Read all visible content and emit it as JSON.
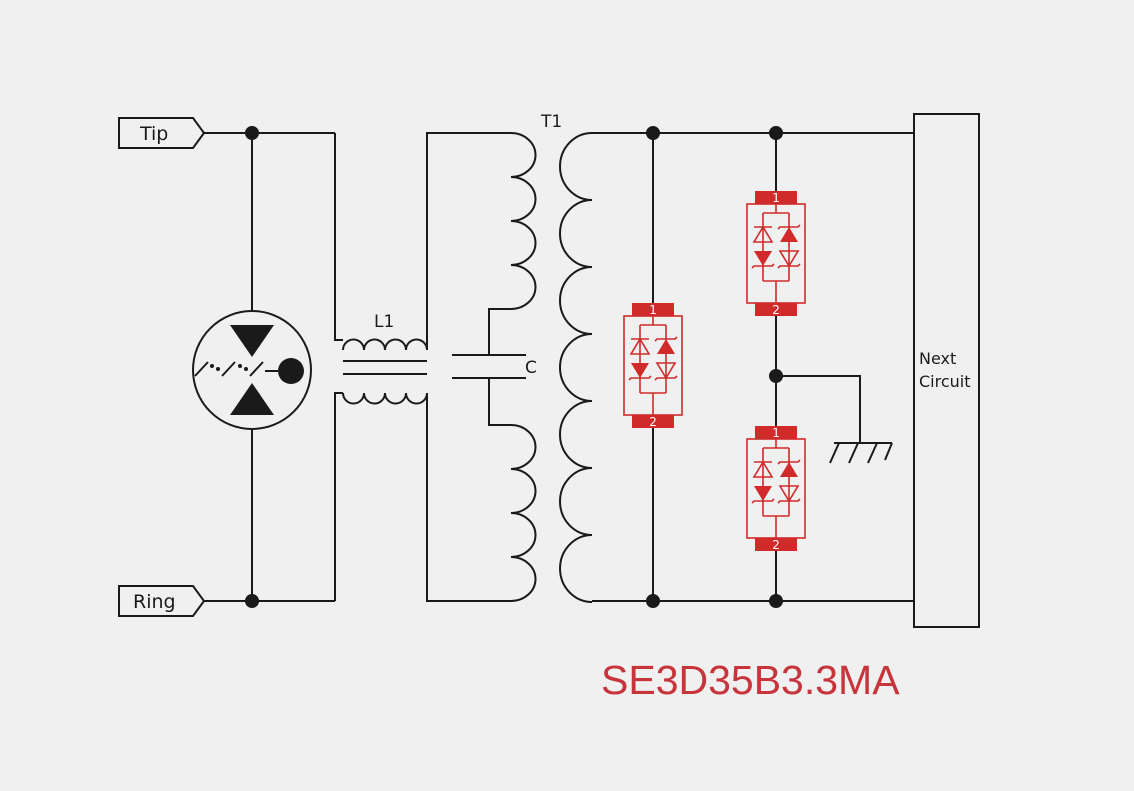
{
  "labels": {
    "tip": "Tip",
    "ring": "Ring",
    "inductor": "L1",
    "transformer": "T1",
    "capacitor": "C",
    "next_circuit_line1": "Next",
    "next_circuit_line2": "Circuit",
    "part_number": "SE3D35B3.3MA"
  },
  "tvs": {
    "pin_top": "1",
    "pin_bottom": "2"
  },
  "colors": {
    "background": "#f0f0f0",
    "wire": "#1a1a1a",
    "accent": "#d12a2a"
  }
}
